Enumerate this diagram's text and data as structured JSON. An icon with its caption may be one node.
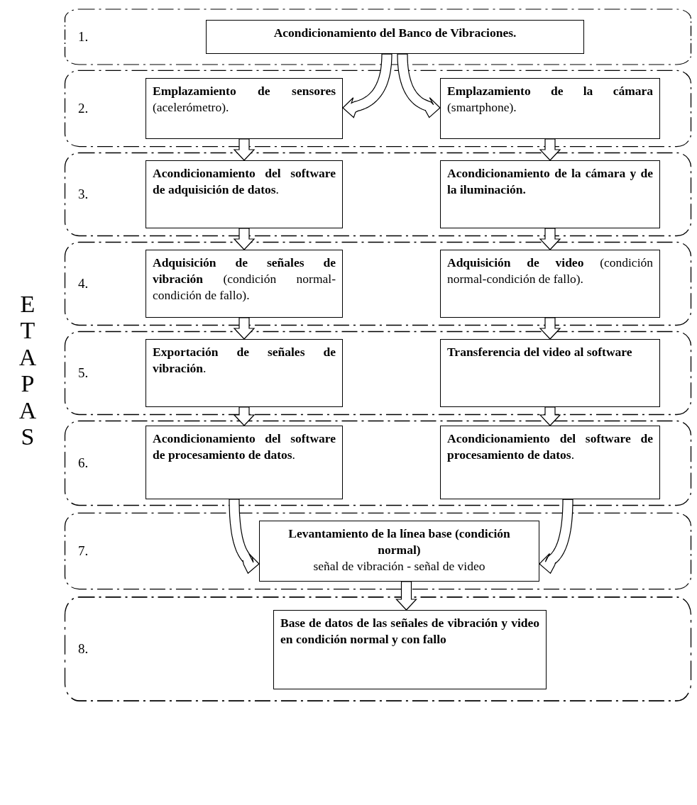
{
  "diagram": {
    "nodes": [
      {
        "text": [
          "1."
        ]
      },
      {
        "text": [
          "Acondicionamiento del Banco de Vibraciones."
        ],
        "in": 0
      },
      {
        "text": [
          "2."
        ]
      },
      {
        "text": [
          "**Emplazamiento de sensores** (acelerómetro)."
        ],
        "in": 2
      },
      {
        "text": [
          "**Emplazamiento de la cámara** (smartphone)."
        ],
        "in": 2
      },
      {
        "text": [
          "3."
        ]
      },
      {
        "text": [
          "**Acondicionamiento del software de adquisición de datos**."
        ],
        "in": 5
      },
      {
        "text": [
          "Acondicionamiento de la cámara y de la iluminación."
        ],
        "in": 5
      },
      {
        "text": [
          "4."
        ]
      },
      {
        "text": [
          "**Adquisición de señales de vibración** (condición normal-condición de fallo)."
        ],
        "in": 8
      },
      {
        "text": [
          "**Adquisición de video** (condición normal-condición de fallo)."
        ],
        "in": 8
      },
      {
        "text": [
          "5."
        ]
      },
      {
        "text": [
          "**Exportación de señales de vibración**."
        ],
        "in": 11
      },
      {
        "text": [
          "Transferencia del video al software"
        ],
        "in": 11
      },
      {
        "text": [
          "6."
        ]
      },
      {
        "text": [
          "**Acondicionamiento del software de procesamiento de datos**."
        ],
        "in": 14
      },
      {
        "text": [
          "**Acondicionamiento del software de procesamiento de datos**."
        ],
        "in": 14
      },
      {
        "text": [
          "7."
        ]
      },
      {
        "text": [
          "Levantamiento de la línea base (condición normal)",
          "señal de vibración - señal de video"
        ],
        "in": 17
      },
      {
        "text": [
          "8."
        ]
      },
      {
        "text": [
          "Base de datos de las señales de vibración y video en condición normal y con fallo"
        ],
        "in": 19
      }
    ],
    "edges": [
      {
        "from": 1,
        "to": 3,
        "arrow": "to"
      },
      {
        "from": 1,
        "to": 4,
        "arrow": "to"
      },
      {
        "from": 3,
        "to": 6,
        "arrow": "to"
      },
      {
        "from": 4,
        "to": 7,
        "arrow": "to"
      },
      {
        "from": 6,
        "to": 9,
        "arrow": "to"
      },
      {
        "from": 7,
        "to": 10,
        "arrow": "to"
      },
      {
        "from": 9,
        "to": 12,
        "arrow": "to"
      },
      {
        "from": 10,
        "to": 13,
        "arrow": "to"
      },
      {
        "from": 12,
        "to": 15,
        "arrow": "to"
      },
      {
        "from": 13,
        "to": 16,
        "arrow": "to"
      },
      {
        "from": 15,
        "to": 18,
        "arrow": "to"
      },
      {
        "from": 16,
        "to": 18,
        "arrow": "to"
      },
      {
        "from": 18,
        "to": 20,
        "arrow": "to"
      }
    ],
    "labels": [
      "ETAPAS"
    ]
  }
}
